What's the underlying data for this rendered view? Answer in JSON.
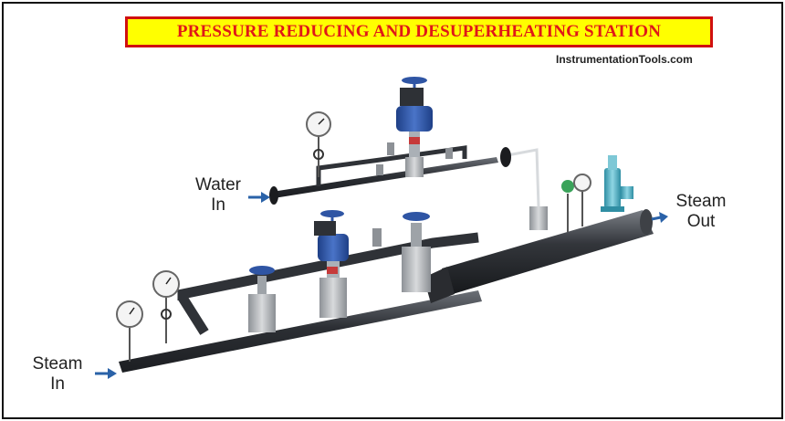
{
  "title": "PRESSURE REDUCING AND DESUPERHEATING STATION",
  "site_credit": "InstrumentationTools.com",
  "labels": {
    "water_in": {
      "line1": "Water",
      "line2": "In"
    },
    "steam_in": {
      "line1": "Steam",
      "line2": "In"
    },
    "steam_out": {
      "line1": "Steam",
      "line2": "Out"
    }
  },
  "colors": {
    "title_background": "#ffff00",
    "title_border": "#d01010",
    "title_text": "#e01818",
    "pipe": "#3a3d42",
    "valve_body": "#b9bcc0",
    "actuator": "#2f55a4",
    "flow_arrow": "#2a62a8",
    "safety_valve": "#5ab7c9"
  },
  "icons": {
    "flow_arrow": "arrow-right-icon",
    "pressure_gauge": "pressure-gauge-icon",
    "control_valve": "control-valve-icon",
    "gate_valve": "gate-valve-icon",
    "safety_valve": "safety-valve-icon"
  }
}
